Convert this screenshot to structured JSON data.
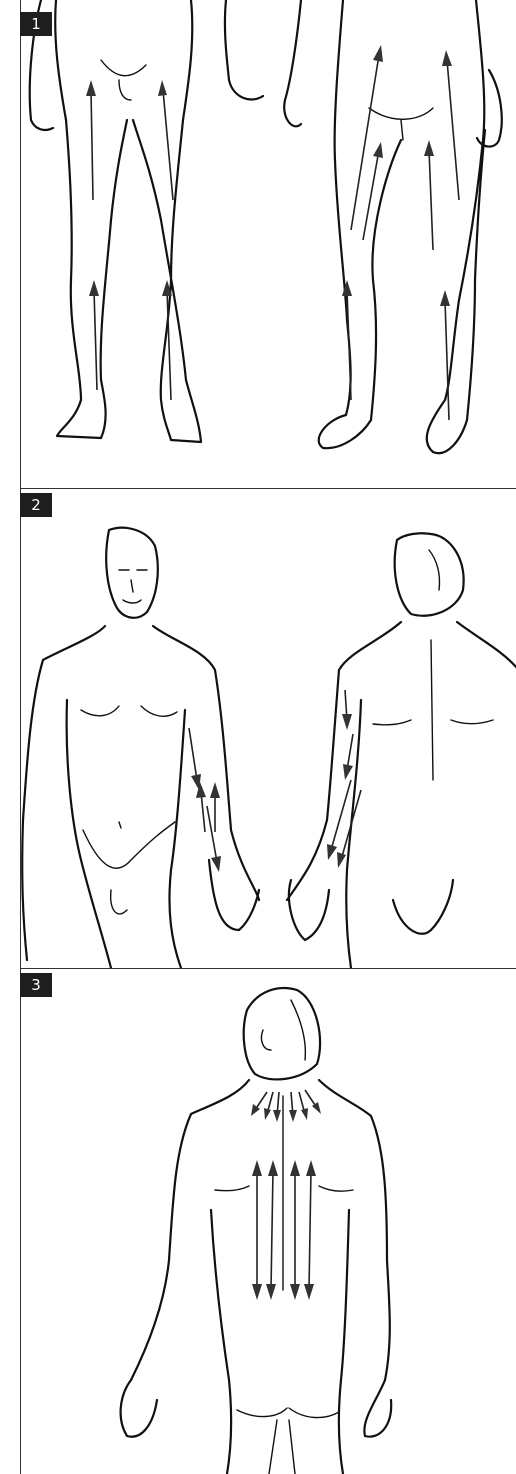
{
  "panels": [
    {
      "number": "1",
      "illustration": "legs-front-and-back-massage-strokes"
    },
    {
      "number": "2",
      "illustration": "arms-front-and-back-massage-strokes"
    },
    {
      "number": "3",
      "illustration": "back-and-neck-massage-strokes"
    }
  ],
  "colors": {
    "badge_bg": "#1e1e1e",
    "badge_text": "#ffffff",
    "line": "#111111",
    "arrow": "#333333"
  }
}
